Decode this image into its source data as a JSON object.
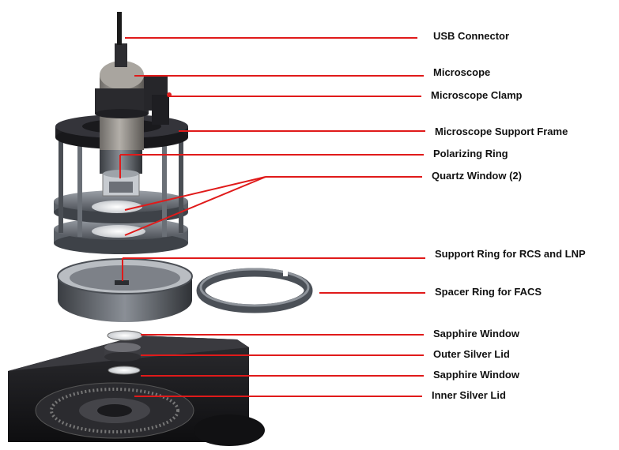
{
  "labels": [
    {
      "id": "usb-connector",
      "text": "USB Connector"
    },
    {
      "id": "microscope",
      "text": "Microscope"
    },
    {
      "id": "microscope-clamp",
      "text": "Microscope  Clamp"
    },
    {
      "id": "microscope-support-frame",
      "text": "Microscope Support Frame"
    },
    {
      "id": "polarizing-ring",
      "text": "Polarizing Ring"
    },
    {
      "id": "quartz-window",
      "text": "Quartz Window (2)"
    },
    {
      "id": "support-ring",
      "text": "Support Ring for RCS and LNP"
    },
    {
      "id": "spacer-ring",
      "text": "Spacer Ring for FACS"
    },
    {
      "id": "sapphire-window-1",
      "text": "Sapphire Window"
    },
    {
      "id": "outer-silver-lid",
      "text": "Outer Silver Lid"
    },
    {
      "id": "sapphire-window-2",
      "text": "Sapphire Window"
    },
    {
      "id": "inner-silver-lid",
      "text": "Inner Silver Lid"
    }
  ],
  "colors": {
    "leader": "#e01a1a",
    "frame": "#2a2a2e",
    "ring": "#5a5f66",
    "microscope_body": "#8e8a85",
    "base": "#1c1c1f"
  }
}
